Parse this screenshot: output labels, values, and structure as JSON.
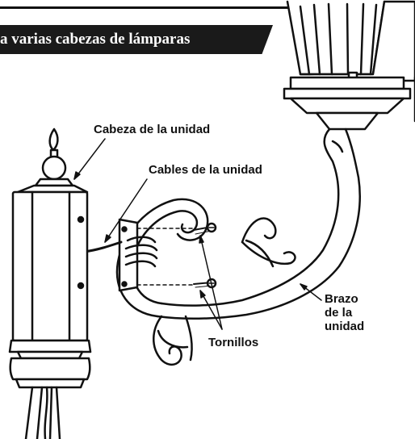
{
  "header": {
    "title": "a varias cabezas de lámparas"
  },
  "labels": {
    "head": "Cabeza de la unidad",
    "cables": "Cables de la unidad",
    "arm": [
      "Brazo",
      "de la",
      "unidad"
    ],
    "screws": "Tornillos"
  }
}
